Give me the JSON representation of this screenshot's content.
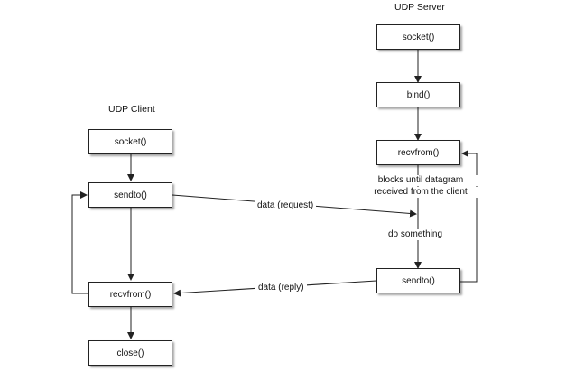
{
  "server": {
    "title": "UDP Server",
    "socket": "socket()",
    "bind": "bind()",
    "recvfrom": "recvfrom()",
    "note_line1": "blocks until datagram",
    "note_line2": "received from the client",
    "process": "do something",
    "sendto": "sendto()"
  },
  "client": {
    "title": "UDP Client",
    "socket": "socket()",
    "sendto": "sendto()",
    "recvfrom": "recvfrom()",
    "close": "close()"
  },
  "messages": {
    "request": "data (request)",
    "reply": "data (reply)"
  }
}
